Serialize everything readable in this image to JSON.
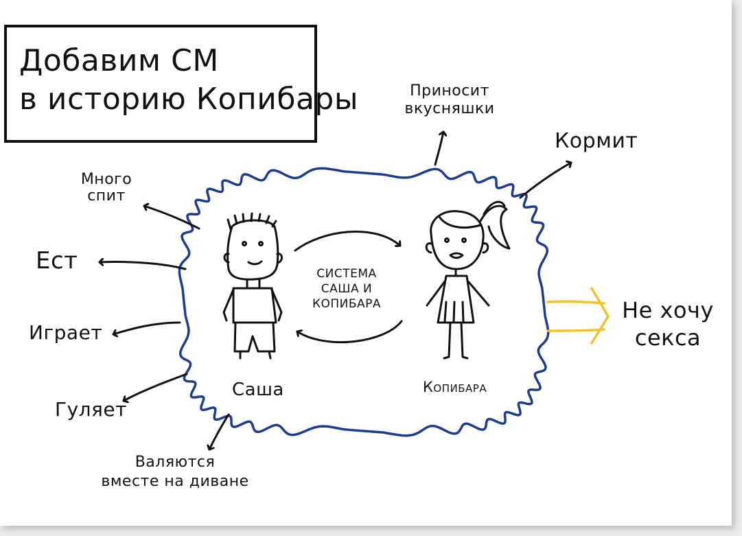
{
  "title": {
    "line1": "Добавим СМ",
    "line2": "в историю Копибары"
  },
  "center_label": {
    "line1": "СИСТЕМА",
    "line2": "САША И",
    "line3": "КОПИБАРА"
  },
  "people": {
    "left": "Саша",
    "right": "Копибара"
  },
  "arrows_out": {
    "sleeps": {
      "line1": "Много",
      "line2": "спит"
    },
    "eats": "Ест",
    "plays": "Играет",
    "walks": "Гуляет",
    "couch": {
      "line1": "Валяются",
      "line2": "вместе на диване"
    },
    "treats": {
      "line1": "Приносит",
      "line2": "вкусняшки"
    },
    "feeds": "Кормит"
  },
  "outcome": {
    "line1": "Не хочу",
    "line2": "секса"
  },
  "colors": {
    "ink": "#111111",
    "cloud": "#1f3c8c",
    "outcome_arrow": "#f2c12e",
    "paper": "#ffffff"
  }
}
